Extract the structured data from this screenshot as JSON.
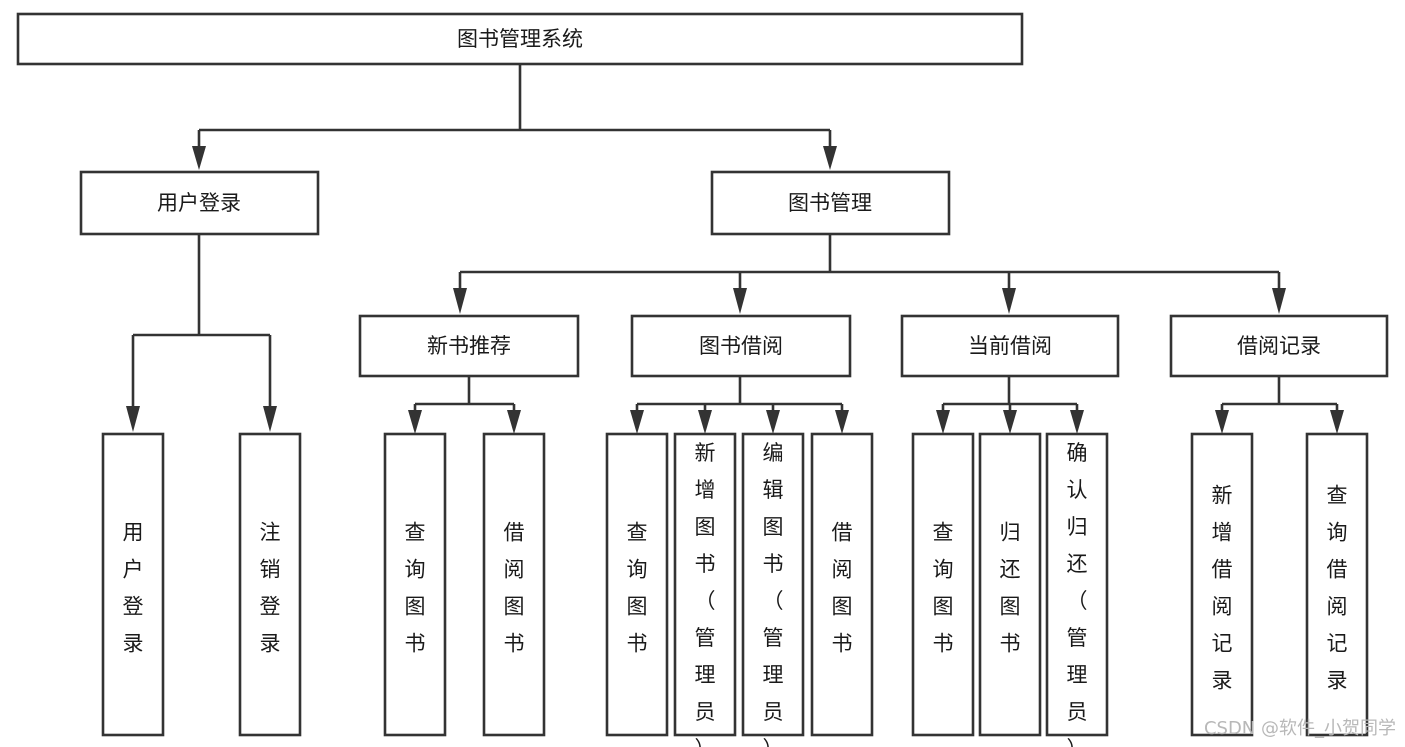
{
  "diagram": {
    "title": "图书管理系统",
    "type": "tree",
    "watermark": "CSDN @软件_小贺同学",
    "colors": {
      "box_stroke": "#333333",
      "box_fill": "#ffffff",
      "line": "#333333",
      "text": "#1a1a1a",
      "watermark": "#b8b8b8",
      "background": "#ffffff"
    },
    "levels": [
      {
        "level": 1,
        "nodes": [
          {
            "id": "root",
            "label": "图书管理系统",
            "orientation": "horizontal"
          }
        ]
      },
      {
        "level": 2,
        "nodes": [
          {
            "id": "login",
            "label": "用户登录",
            "orientation": "horizontal",
            "parent": "root"
          },
          {
            "id": "bookmgmt",
            "label": "图书管理",
            "orientation": "horizontal",
            "parent": "root"
          }
        ]
      },
      {
        "level": 3,
        "nodes": [
          {
            "id": "newbook",
            "label": "新书推荐",
            "orientation": "horizontal",
            "parent": "bookmgmt"
          },
          {
            "id": "borrow",
            "label": "图书借阅",
            "orientation": "horizontal",
            "parent": "bookmgmt"
          },
          {
            "id": "current",
            "label": "当前借阅",
            "orientation": "horizontal",
            "parent": "bookmgmt"
          },
          {
            "id": "record",
            "label": "借阅记录",
            "orientation": "horizontal",
            "parent": "bookmgmt"
          }
        ]
      },
      {
        "level": 4,
        "nodes": [
          {
            "id": "leaf-user-login",
            "label": "用户登录",
            "orientation": "vertical",
            "parent": "login"
          },
          {
            "id": "leaf-user-logout",
            "label": "注销登录",
            "orientation": "vertical",
            "parent": "login"
          },
          {
            "id": "leaf-new-query",
            "label": "查询图书",
            "orientation": "vertical",
            "parent": "newbook"
          },
          {
            "id": "leaf-new-borrow",
            "label": "借阅图书",
            "orientation": "vertical",
            "parent": "newbook"
          },
          {
            "id": "leaf-borrow-query",
            "label": "查询图书",
            "orientation": "vertical",
            "parent": "borrow"
          },
          {
            "id": "leaf-borrow-add",
            "label": "新增图书（管理员）",
            "orientation": "vertical",
            "parent": "borrow"
          },
          {
            "id": "leaf-borrow-edit",
            "label": "编辑图书（管理员）",
            "orientation": "vertical",
            "parent": "borrow"
          },
          {
            "id": "leaf-borrow-lend",
            "label": "借阅图书",
            "orientation": "vertical",
            "parent": "borrow"
          },
          {
            "id": "leaf-current-query",
            "label": "查询图书",
            "orientation": "vertical",
            "parent": "current"
          },
          {
            "id": "leaf-current-return",
            "label": "归还图书",
            "orientation": "vertical",
            "parent": "current"
          },
          {
            "id": "leaf-current-confirm",
            "label": "确认归还（管理员）",
            "orientation": "vertical",
            "parent": "current"
          },
          {
            "id": "leaf-record-add",
            "label": "新增借阅记录",
            "orientation": "vertical",
            "parent": "record"
          },
          {
            "id": "leaf-record-query",
            "label": "查询借阅记录",
            "orientation": "vertical",
            "parent": "record"
          }
        ]
      }
    ]
  },
  "chart_data": {
    "type": "tree",
    "title": "图书管理系统",
    "nodes": [
      {
        "label": "图书管理系统",
        "depth": 0,
        "children": [
          "用户登录",
          "图书管理"
        ]
      },
      {
        "label": "用户登录",
        "depth": 1,
        "children": [
          "用户登录",
          "注销登录"
        ]
      },
      {
        "label": "图书管理",
        "depth": 1,
        "children": [
          "新书推荐",
          "图书借阅",
          "当前借阅",
          "借阅记录"
        ]
      },
      {
        "label": "新书推荐",
        "depth": 2,
        "children": [
          "查询图书",
          "借阅图书"
        ]
      },
      {
        "label": "图书借阅",
        "depth": 2,
        "children": [
          "查询图书",
          "新增图书（管理员）",
          "编辑图书（管理员）",
          "借阅图书"
        ]
      },
      {
        "label": "当前借阅",
        "depth": 2,
        "children": [
          "查询图书",
          "归还图书",
          "确认归还（管理员）"
        ]
      },
      {
        "label": "借阅记录",
        "depth": 2,
        "children": [
          "新增借阅记录",
          "查询借阅记录"
        ]
      }
    ]
  },
  "labels": {
    "root": "图书管理系统",
    "login": "用户登录",
    "bookmgmt": "图书管理",
    "newbook": "新书推荐",
    "borrow": "图书借阅",
    "current": "当前借阅",
    "record": "借阅记录",
    "leaf_user_login": "用户登录",
    "leaf_user_logout": "注销登录",
    "leaf_new_query": "查询图书",
    "leaf_new_borrow": "借阅图书",
    "leaf_borrow_query": "查询图书",
    "leaf_borrow_add": "新增图书（管理员）",
    "leaf_borrow_edit": "编辑图书（管理员）",
    "leaf_borrow_lend": "借阅图书",
    "leaf_current_query": "查询图书",
    "leaf_current_return": "归还图书",
    "leaf_current_confirm": "确认归还（管理员）",
    "leaf_record_add": "新增借阅记录",
    "leaf_record_query": "查询借阅记录",
    "watermark": "CSDN @软件_小贺同学"
  }
}
